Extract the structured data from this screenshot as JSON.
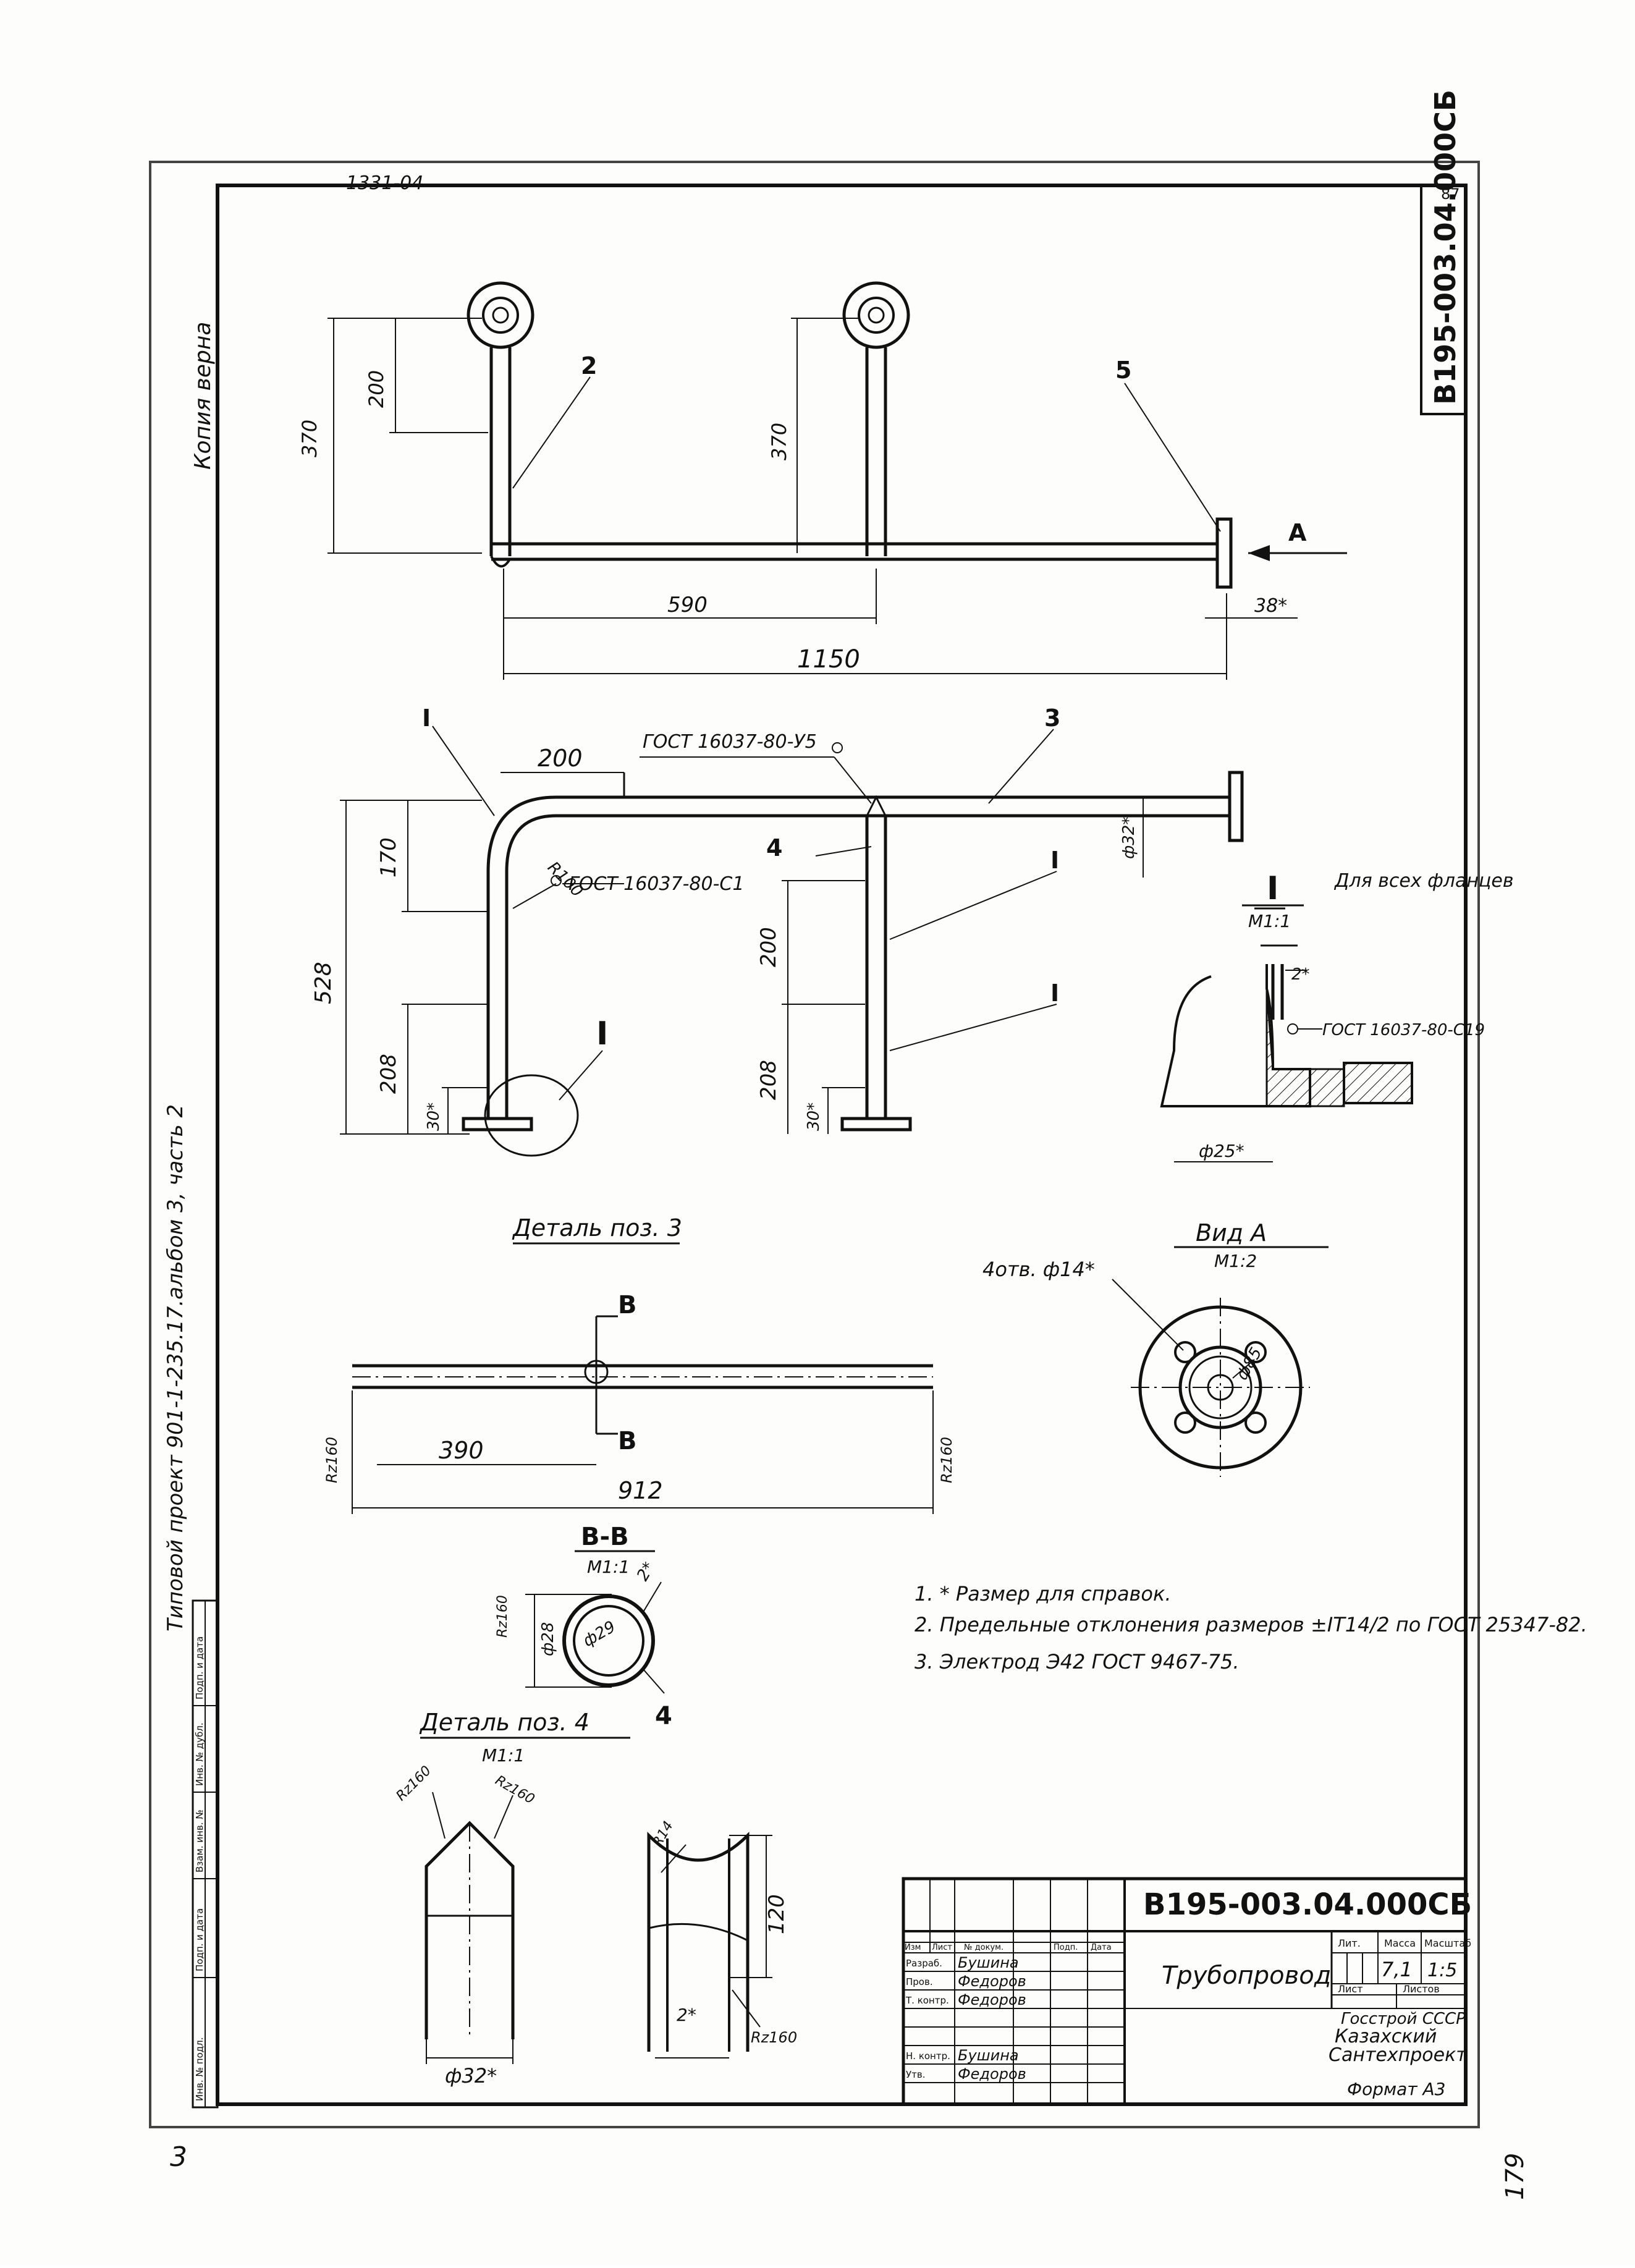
{
  "sheet": {
    "top_code": "1331-04",
    "sheet_number": "87",
    "bottom_left_mark": "3",
    "bottom_right_mark": "179",
    "doc_code_vertical": "В195-003.04.000СБ"
  },
  "side_notes": {
    "copy": "Копия верна",
    "project": "Типовой проект 901-1-235.17.альбом 3, часть 2"
  },
  "side_strip": {
    "inv": "Инв. № подл.",
    "sign_date": "Подп. и дата",
    "vzam": "Взам. инв. №",
    "inv_dubl": "Инв. № дубл.",
    "sign_date2": "Подп. и дата"
  },
  "top_view": {
    "dims": {
      "d370a": "370",
      "d200": "200",
      "d370b": "370",
      "d590": "590",
      "d1150": "1150",
      "d38": "38*"
    },
    "callouts": {
      "c2": "2",
      "c5": "5",
      "arrowA": "A"
    }
  },
  "front_view": {
    "dims": {
      "d200": "200",
      "d170": "170",
      "d528": "528",
      "d208a": "208",
      "d30a": "30*",
      "d200b": "200",
      "d208b": "208",
      "d30b": "30*",
      "r100": "R100",
      "d32": "ф32*"
    },
    "callouts": {
      "cI1": "I",
      "c3": "3",
      "c4": "4",
      "cI2": "I",
      "cI3": "I",
      "detailI": "I"
    },
    "gost45": "ГОСТ 16037-80-У5",
    "gostC1": "ГОСТ 16037-80-С1"
  },
  "detail_I": {
    "title": "I",
    "scale": "М1:1",
    "note": "Для всех фланцев",
    "d2": "2*",
    "gost": "ГОСТ 16037-80-С19",
    "d25": "ф25*"
  },
  "detail_3": {
    "title": "Деталь поз. 3",
    "section_mark": "B",
    "d390": "390",
    "d912": "912",
    "rz_left": "Rz160",
    "rz_right": "Rz160"
  },
  "view_A": {
    "title": "Вид А",
    "scale": "М1:2",
    "holes": "4отв. ф14*",
    "d85": "ф85"
  },
  "section_BB": {
    "title": "В-В",
    "scale": "М1:1",
    "rz": "Rz160",
    "d28": "ф28",
    "d29": "ф29",
    "d2": "2*",
    "c4": "4"
  },
  "detail_4": {
    "title": "Деталь поз. 4",
    "scale": "М1:1",
    "rz1": "Rz160",
    "rz2": "Rz160",
    "rz3": "Rz160",
    "d32": "ф32*",
    "d120": "120",
    "d2": "2*",
    "r14": "R14"
  },
  "notes": [
    "1. * Размер для справок.",
    "2. Предельные отклонения размеров ±IT14/2 по ГОСТ 25347-82.",
    "3. Электрод Э42 ГОСТ 9467-75."
  ],
  "title_block": {
    "code": "В195-003.04.000СБ",
    "name": "Трубопровод",
    "col_headers": [
      "Изм",
      "Лист",
      "№ докум.",
      "Подп.",
      "Дата"
    ],
    "roles": [
      "Разраб.",
      "Пров.",
      "Т. контр.",
      "",
      "Н. контр.",
      "Утв."
    ],
    "people": [
      "Бушина",
      "Федоров",
      "Федоров",
      "",
      "Бушина",
      "Федоров"
    ],
    "lit_label": "Лит.",
    "mass_label": "Масса",
    "scale_label": "Масштаб",
    "mass": "7,1",
    "scale": "1:5",
    "sheet_label": "Лист",
    "sheets_label": "Листов",
    "org": [
      "Госстрой СССР",
      "Казахский",
      "Сантехпроект"
    ],
    "format": "Формат А3"
  }
}
